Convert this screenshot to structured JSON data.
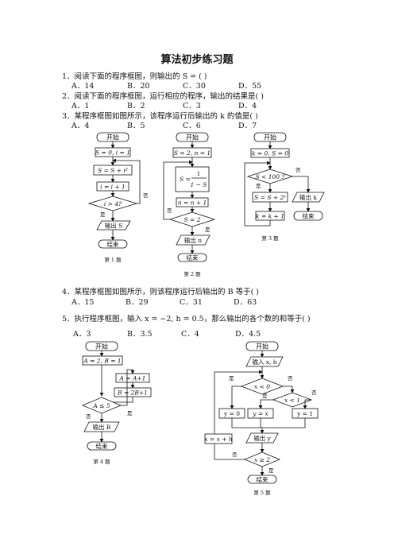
{
  "title": "算法初步练习题",
  "questions": [
    {
      "text": "1．阅读下面的程序框图，则输出的 S = (    )",
      "options": [
        "A．14",
        "B．20",
        "C．30",
        "D．55"
      ]
    },
    {
      "text": "2．阅读下面的程序框图，运行相应的程序，输出的结果是(    )",
      "options": [
        "A．1",
        "B．2",
        "C．3",
        "D．4"
      ]
    },
    {
      "text": "3．某程序框图如图所示，该程序运行后输出的 k 的值是(    )",
      "options": [
        "A．4",
        "B．5",
        "C．6",
        "D．7"
      ]
    },
    {
      "text": "4．某程序框图如图所示，则该程序运行后输出的 B 等于(    )",
      "options": [
        "A．15",
        "B．29",
        "C．31",
        "D．63"
      ]
    },
    {
      "text": "5．执行程序框图，输入 x = −2, h = 0.5，那么输出的各个数的和等于(    )",
      "options": [
        "A．3",
        "B．3.5",
        "C．4",
        "D．4.5"
      ]
    }
  ],
  "fig1": {
    "start": "开始",
    "init": "S = 0, i = 1",
    "body": "S = S + i²",
    "inc": "i = i + 1",
    "cond": "i > 4?",
    "yes": "是",
    "no": "否",
    "out": "输出 S",
    "end": "结束",
    "caption": "第 1 题"
  },
  "fig2": {
    "start": "开始",
    "init": "S = 2, n = 1",
    "body_lhs": "S =",
    "body_num": "1",
    "body_den": "1 − S",
    "inc": "n = n + 1",
    "cond": "S = 2",
    "yes": "是",
    "no": "否",
    "out": "输出 n",
    "end": "结束",
    "caption": "第 2 题"
  },
  "fig3": {
    "start": "开始",
    "init": "k = 0, S = 0",
    "cond": "S < 100 ?",
    "yes": "是",
    "no": "否",
    "body": "S = S + 2ˢ",
    "inc": "k = k + 1",
    "out": "输出 k",
    "end": "结束",
    "caption": "第 3 题"
  },
  "fig4": {
    "start": "开始",
    "init": "A = 2, B = 1",
    "incA": "A = A+1",
    "incB": "B = 2B+1",
    "cond": "A ≤ 5",
    "yes": "是",
    "no": "否",
    "out": "输出 B",
    "end": "结束",
    "caption": "第 4 题"
  },
  "fig5": {
    "start": "开始",
    "input": "输入 x, h",
    "cond1": "x < 0",
    "cond2": "x < 1",
    "yes": "是",
    "no": "否",
    "y0": "y = 0",
    "yx": "y = x",
    "y1": "y = 1",
    "update": "x = x + h",
    "out": "输出 y",
    "cond3": "x ≥ 2",
    "end": "结束",
    "caption": "第 5 题"
  }
}
